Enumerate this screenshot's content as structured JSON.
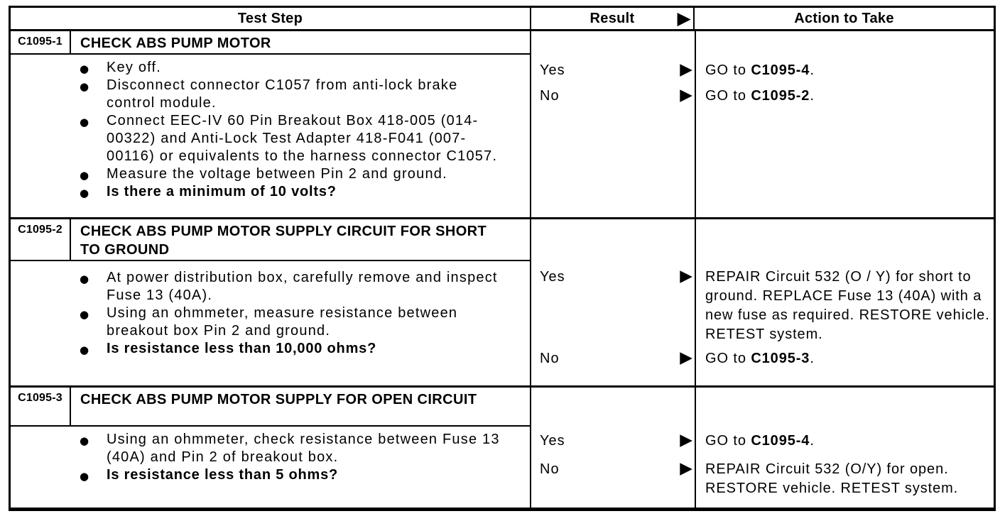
{
  "colors": {
    "ink": "#000000",
    "paper": "#ffffff"
  },
  "icons": {
    "result_arrow": "▶"
  },
  "header": {
    "test_step": "Test Step",
    "result": "Result",
    "action": "Action to Take"
  },
  "steps": [
    {
      "id": "C1095-1",
      "title": "CHECK ABS PUMP MOTOR",
      "bullets": [
        "Key off.",
        "Disconnect connector C1057 from anti-lock brake control module.",
        "Connect EEC-IV 60 Pin Breakout Box 418-005 (014-00322) and Anti-Lock Test Adapter 418-F041 (007-00116) or equivalents to the harness connector C1057.",
        "Measure the voltage between Pin 2 and ground."
      ],
      "question": "Is there a minimum of 10 volts?",
      "results": [
        {
          "label": "Yes",
          "action_pre": "GO to ",
          "action_ref": "C1095-4",
          "action_post": "."
        },
        {
          "label": "No",
          "action_pre": "GO to ",
          "action_ref": "C1095-2",
          "action_post": "."
        }
      ]
    },
    {
      "id": "C1095-2",
      "title": "CHECK ABS PUMP MOTOR SUPPLY CIRCUIT FOR SHORT TO GROUND",
      "bullets": [
        "At power distribution box, carefully remove and inspect Fuse 13 (40A).",
        "Using an ohmmeter, measure resistance between breakout box Pin 2 and ground."
      ],
      "question": "Is resistance less than 10,000 ohms?",
      "results": [
        {
          "label": "Yes",
          "action_pre": "REPAIR Circuit 532 (O / Y) for short to ground. REPLACE Fuse 13 (40A) with a new fuse as required. RESTORE vehicle. RETEST system.",
          "action_ref": "",
          "action_post": ""
        },
        {
          "label": "No",
          "action_pre": "GO to ",
          "action_ref": "C1095-3",
          "action_post": "."
        }
      ]
    },
    {
      "id": "C1095-3",
      "title": "CHECK ABS PUMP MOTOR SUPPLY FOR OPEN CIRCUIT",
      "bullets": [
        "Using an ohmmeter, check resistance between Fuse 13 (40A) and Pin 2 of breakout box."
      ],
      "question": "Is resistance less than 5 ohms?",
      "results": [
        {
          "label": "Yes",
          "action_pre": "GO to ",
          "action_ref": "C1095-4",
          "action_post": "."
        },
        {
          "label": "No",
          "action_pre": "REPAIR Circuit 532 (O/Y) for open. RESTORE vehicle. RETEST system.",
          "action_ref": "",
          "action_post": ""
        }
      ]
    }
  ]
}
